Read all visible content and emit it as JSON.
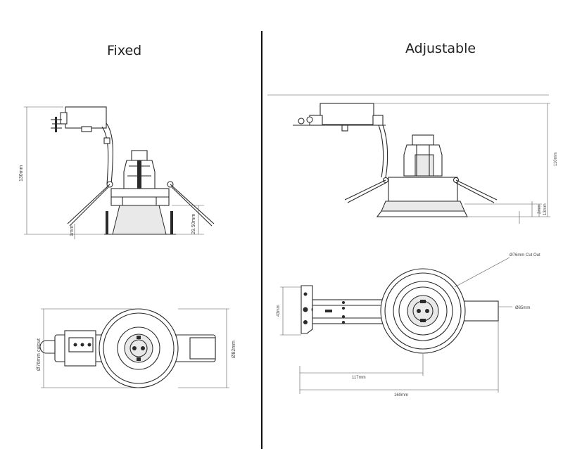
{
  "headings": {
    "fixed": "Fixed",
    "adjustable": "Adjustable"
  },
  "fixed": {
    "side": {
      "height": "130mm",
      "lip": "1mm",
      "depth": "29.50mm"
    },
    "top": {
      "cutout": "Ø76mm cutout",
      "diameter": "Ø82mm"
    }
  },
  "adjustable": {
    "side": {
      "height": "110mm",
      "small1": "2mm",
      "small2": "13mm"
    },
    "top": {
      "cutout": "Ø76mm Cut Out",
      "diameter": "Ø85mm",
      "height": "43mm",
      "width1": "117mm",
      "width2": "160mm"
    }
  }
}
